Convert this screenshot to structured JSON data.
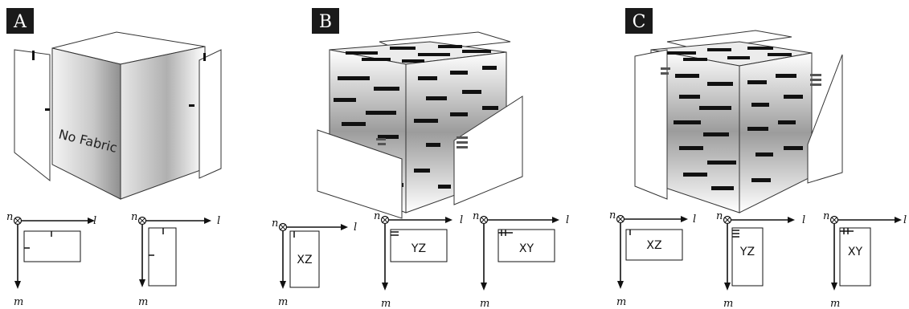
{
  "panels": [
    {
      "label": "A",
      "cube_text": "No Fabric"
    },
    {
      "label": "B"
    },
    {
      "label": "C"
    }
  ],
  "axes": {
    "n": "n",
    "l": "l",
    "m": "m",
    "out_of_page_symbol": "circled-x"
  },
  "plane_labels": [
    "XZ",
    "YZ",
    "XY"
  ],
  "colors": {
    "label_bg": "#1a1a1a",
    "fabric": "#111111",
    "face_light": "#f2f2f2",
    "face_dark": "#9a9a9a"
  }
}
